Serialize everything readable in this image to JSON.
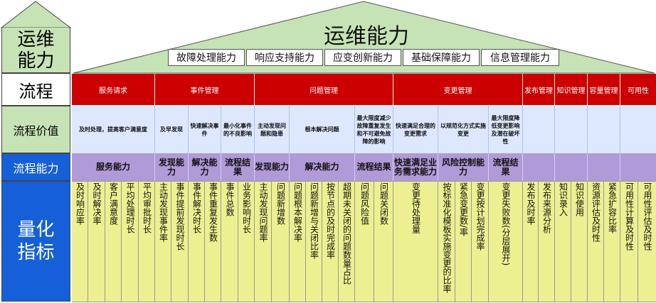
{
  "left_labels": {
    "top": "运维能力",
    "process": "流程",
    "value": "流程价值",
    "capability": "流程能力",
    "metrics": "量化指标"
  },
  "roof": {
    "title": "运维能力",
    "capabilities": [
      "故障处理能力",
      "响应支持能力",
      "应变创新能力",
      "基础保障能力",
      "信息管理能力"
    ]
  },
  "processes": [
    "服务请求",
    "事件管理",
    "问题管理",
    "变更管理",
    "发布管理",
    "知识管理",
    "容量管理",
    "可用性"
  ],
  "values": [
    "及时处理，提高客户满意度",
    "及早发现",
    "快速解决事件",
    "最小化事件的不良影响",
    "主动发现问题和隐患",
    "根本解决问题",
    "最大限度减少故障重复发生和不可避免故障的影响",
    "快速满足合理的变更需求",
    "以规范化方式实施变更",
    "最大限度降低变更影响及潜在破坏性"
  ],
  "capability_items": [
    "服务能力",
    "发现能力",
    "解决能力",
    "流程结果",
    "发现能力",
    "解决能力",
    "流程结果",
    "快速满足业务需求能力",
    "风险控制能力",
    "流程结果"
  ],
  "metrics": [
    "及时响应率",
    "及时解决率",
    "客户满意度",
    "平均处理时长",
    "平均审批时长",
    "主动发现事件率",
    "事件提前发现时长",
    "事件解决时长",
    "事件重复发生数",
    "事件总数",
    "业务影响时长",
    "主动发现问题率",
    "问题新增数",
    "问题根本解决率",
    "问题新增与关闭比率",
    "按节点的及时完成率",
    "超期未关闭的问题数量占比",
    "问题风险值",
    "问题关闭数",
    "变更待处理量",
    "按标准化模板实施变更的比率",
    "紧急变更数/率",
    "变更按计划完成率",
    "变更失败数(分层展开)",
    "发布及时率",
    "发布来源分析",
    "知识录入",
    "知识使用",
    "资源评估及时性",
    "紧急扩容比率",
    "可用性计算及时性",
    "可用性评估及时性"
  ],
  "colors": {
    "left_green": "#c6e3b5",
    "process_red": "#cc0000",
    "value_blue": "#dde8ff",
    "capability_purple": "#b09ad8",
    "metric_yellow": "#ecf090",
    "metric_label_blue": "#1560d8"
  }
}
